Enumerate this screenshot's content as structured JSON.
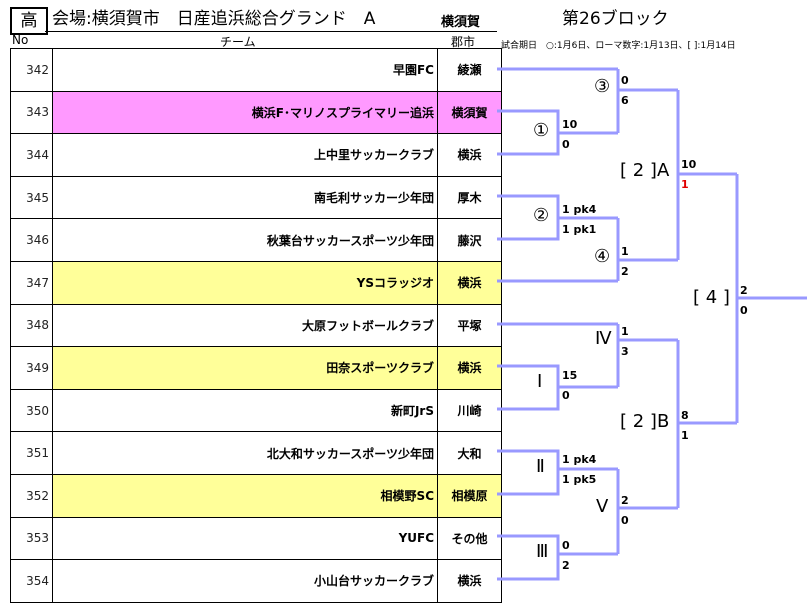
{
  "header": {
    "grade": "高",
    "venue": "会場:横須賀市　日産追浜総合グランド　A",
    "host_city": "横須賀",
    "block_title": "第26ブロック",
    "schedule_note": "試合期日　○:1月6日、ローマ数字:1月13日、[ ]:1月14日"
  },
  "columns": {
    "no": "No",
    "team": "チーム",
    "city": "郡市"
  },
  "teams": [
    {
      "no": "342",
      "name": "早園FC",
      "city": "綾瀬",
      "highlight": "none"
    },
    {
      "no": "343",
      "name": "横浜F･マリノスプライマリー追浜",
      "city": "横須賀",
      "highlight": "pink"
    },
    {
      "no": "344",
      "name": "上中里サッカークラブ",
      "city": "横浜",
      "highlight": "none"
    },
    {
      "no": "345",
      "name": "南毛利サッカー少年団",
      "city": "厚木",
      "highlight": "none"
    },
    {
      "no": "346",
      "name": "秋葉台サッカースポーツ少年団",
      "city": "藤沢",
      "highlight": "none"
    },
    {
      "no": "347",
      "name": "YSコラッジオ",
      "city": "横浜",
      "highlight": "yellow"
    },
    {
      "no": "348",
      "name": "大原フットボールクラブ",
      "city": "平塚",
      "highlight": "none"
    },
    {
      "no": "349",
      "name": "田奈スポーツクラブ",
      "city": "横浜",
      "highlight": "yellow"
    },
    {
      "no": "350",
      "name": "新町JrS",
      "city": "川崎",
      "highlight": "none"
    },
    {
      "no": "351",
      "name": "北大和サッカースポーツ少年団",
      "city": "大和",
      "highlight": "none"
    },
    {
      "no": "352",
      "name": "相模野SC",
      "city": "相模原",
      "highlight": "yellow"
    },
    {
      "no": "353",
      "name": "YUFC",
      "city": "その他",
      "highlight": "none"
    },
    {
      "no": "354",
      "name": "小山台サッカークラブ",
      "city": "横浜",
      "highlight": "none"
    }
  ],
  "colors": {
    "bracket_line": "#9999ff",
    "pink": "#ff99ff",
    "yellow": "#ffff99",
    "red_score": "#e00000"
  },
  "matches": [
    {
      "id": "m1",
      "label": "①",
      "score_top": "10",
      "score_bottom": "0"
    },
    {
      "id": "m2",
      "label": "②",
      "score_top": "1 pk4",
      "score_bottom": "1 pk1"
    },
    {
      "id": "m3",
      "label": "③",
      "score_top": "0",
      "score_bottom": "6"
    },
    {
      "id": "m4",
      "label": "④",
      "score_top": "1",
      "score_bottom": "2"
    },
    {
      "id": "m2a",
      "label": "[ 2 ]A",
      "score_top": "10",
      "score_bottom": "1"
    },
    {
      "id": "mI",
      "label": "Ⅰ",
      "score_top": "15",
      "score_bottom": "0"
    },
    {
      "id": "mII",
      "label": "Ⅱ",
      "score_top": "1 pk4",
      "score_bottom": "1 pk5"
    },
    {
      "id": "mIII",
      "label": "Ⅲ",
      "score_top": "0",
      "score_bottom": "2"
    },
    {
      "id": "mIV",
      "label": "Ⅳ",
      "score_top": "1",
      "score_bottom": "3"
    },
    {
      "id": "mV",
      "label": "Ⅴ",
      "score_top": "2",
      "score_bottom": "0"
    },
    {
      "id": "m2b",
      "label": "[ 2 ]B",
      "score_top": "8",
      "score_bottom": "1"
    },
    {
      "id": "m4f",
      "label": "[ 4 ]",
      "score_top": "2",
      "score_bottom": "0"
    }
  ]
}
